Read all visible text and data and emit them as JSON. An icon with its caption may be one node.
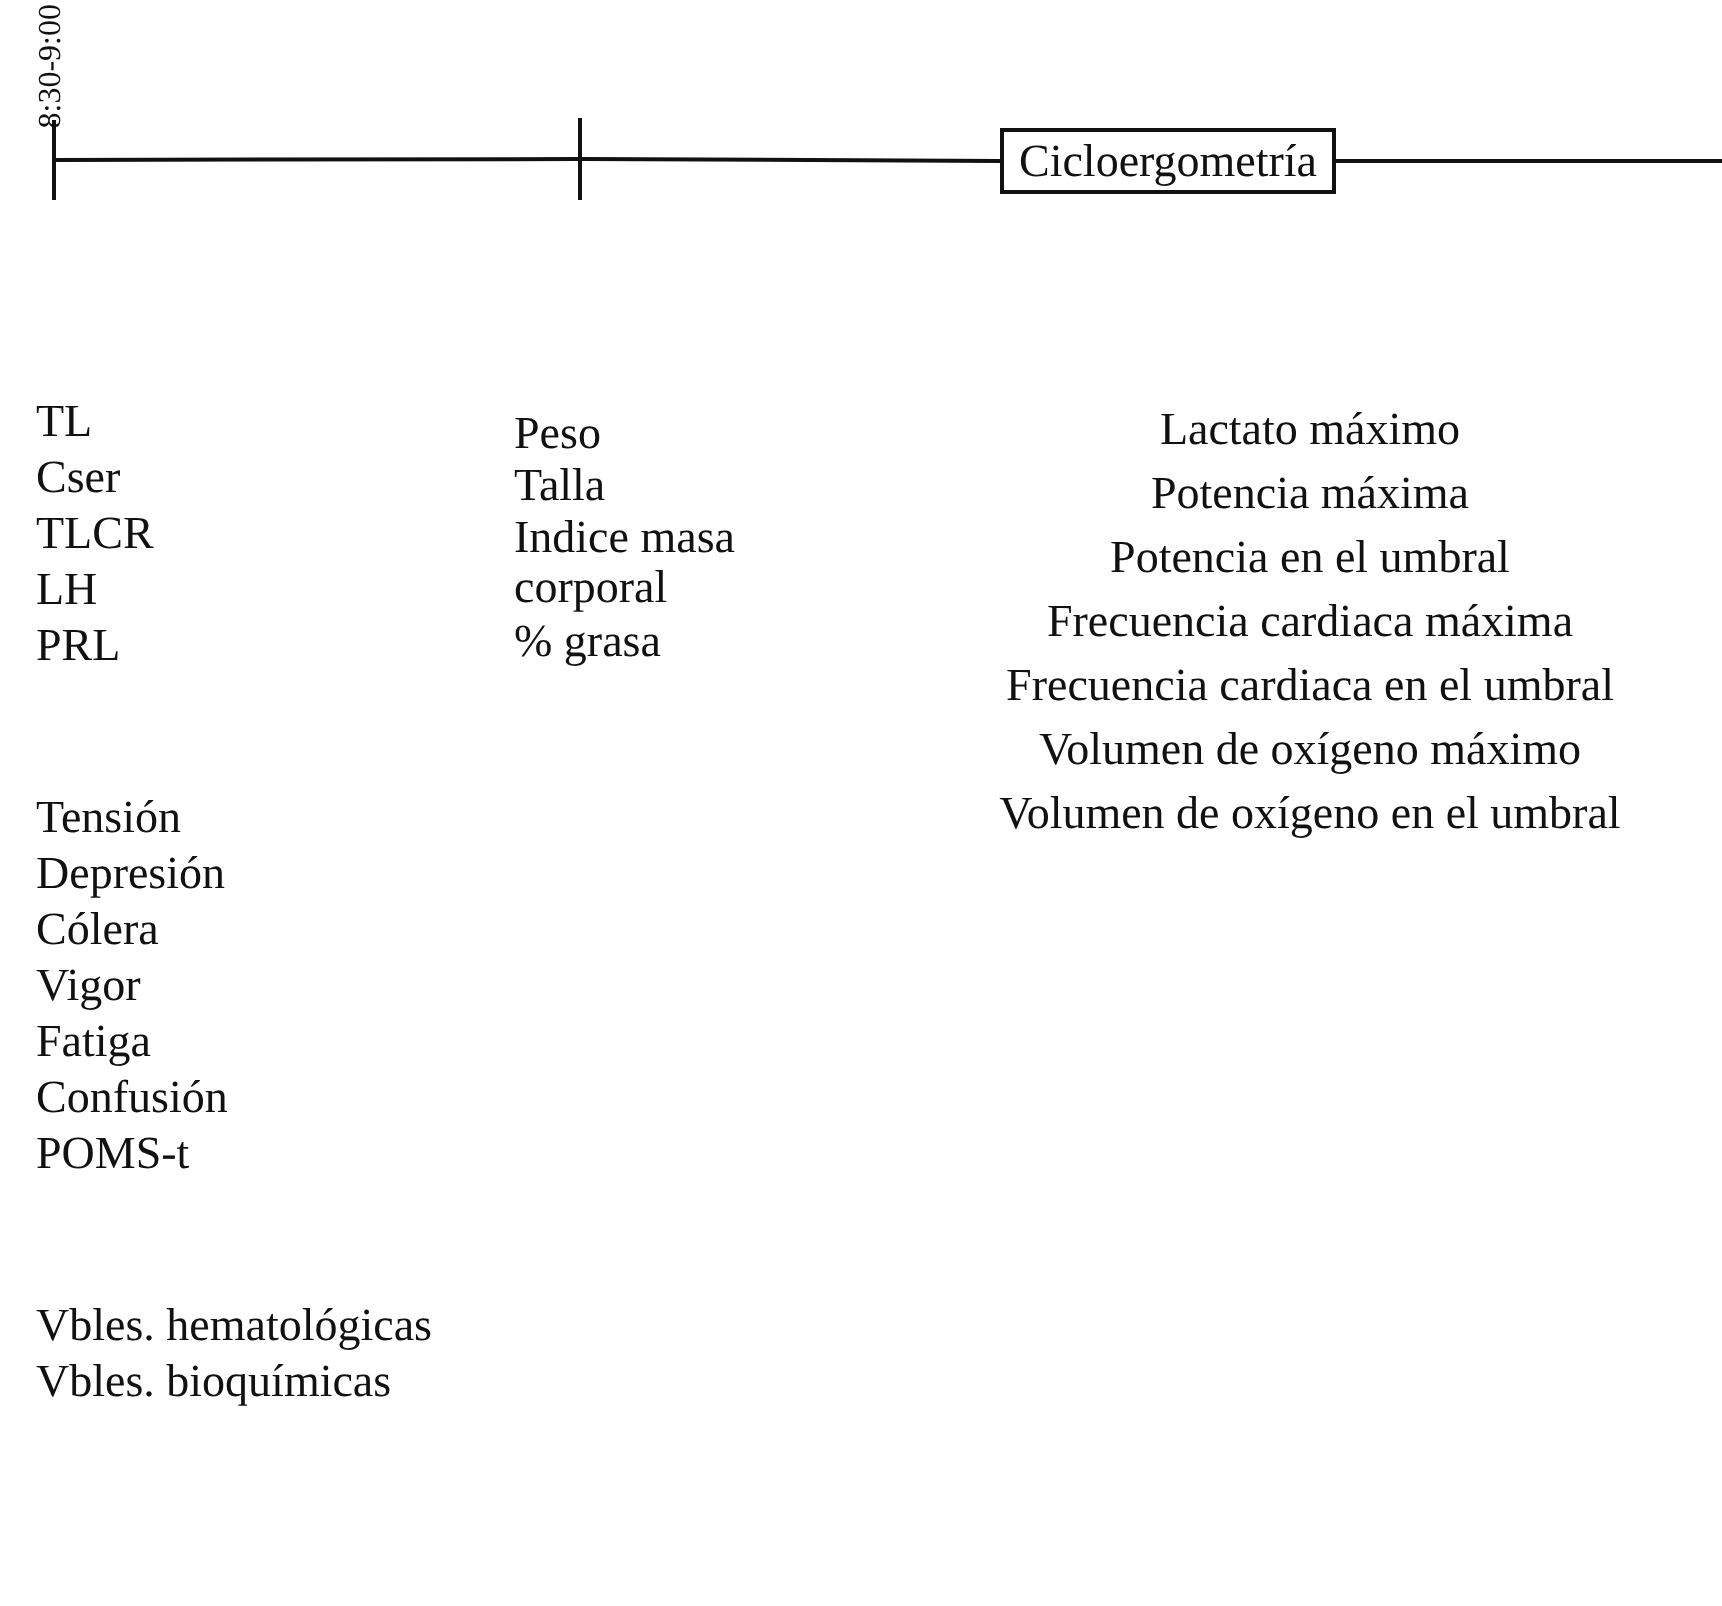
{
  "diagram": {
    "nodes": [
      {
        "text": [],
        "shape": "bar",
        "beside": [
          "8:30-9:00"
        ]
      },
      {
        "text": [],
        "shape": "bar"
      },
      {
        "text": [
          "Cicloergometría"
        ]
      }
    ],
    "edges": [
      {
        "from": 0,
        "to": 1,
        "arrow": "none"
      },
      {
        "from": 1,
        "to": 2,
        "arrow": "none"
      },
      {
        "from": 2,
        "to": null,
        "arrow": "none"
      }
    ],
    "labels": [
      "TL",
      "Cser",
      "TLCR",
      "LH",
      "PRL",
      "Peso",
      "Talla",
      "Indice masa corporal",
      "% grasa",
      "Lactato máximo",
      "Potencia máxima",
      "Potencia en el umbral",
      "Frecuencia cardiaca máxima",
      "Frecuencia cardiaca en el umbral",
      "Volumen de oxígeno máximo",
      "Volumen de oxígeno en el umbral",
      "Tensión",
      "Depresión",
      "Cólera",
      "Vigor",
      "Fatiga",
      "Confusión",
      "POMS-t",
      "Vbles. hematológicas",
      "Vbles. bioquímicas"
    ]
  }
}
